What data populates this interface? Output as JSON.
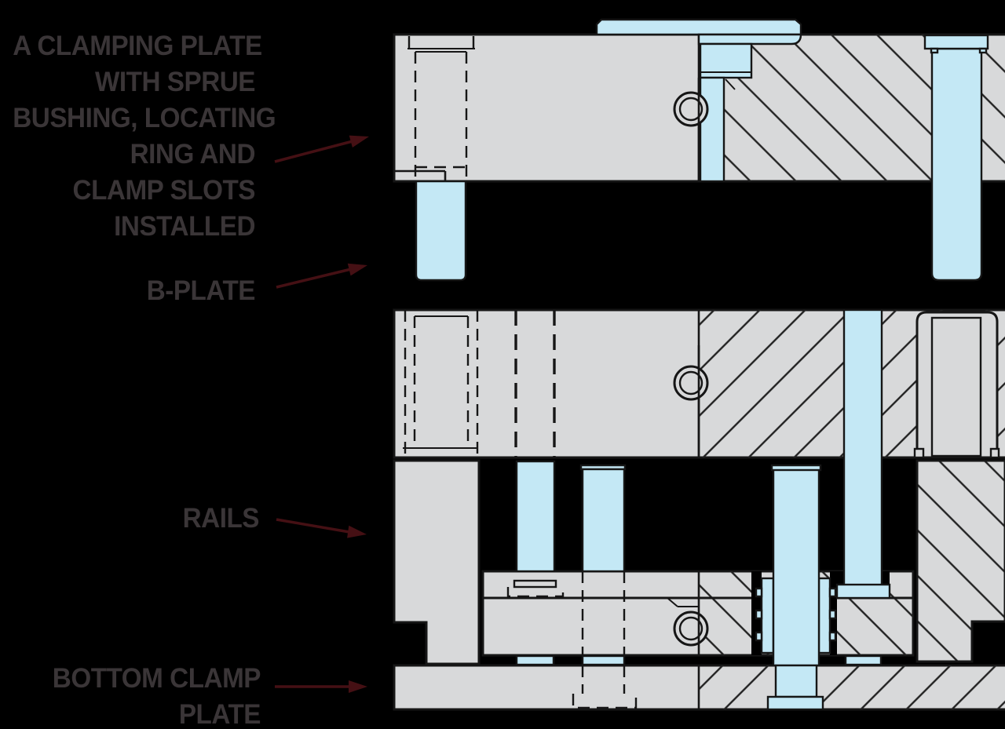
{
  "labels": {
    "a_plate": {
      "lines": [
        "A CLAMPING PLATE",
        "WITH SPRUE",
        "BUSHING, LOCATING",
        "RING AND",
        "CLAMP SLOTS",
        "INSTALLED"
      ]
    },
    "b_plate": {
      "lines": [
        "B-PLATE"
      ]
    },
    "rails": {
      "lines": [
        "RAILS"
      ]
    },
    "bottom_clamp": {
      "lines": [
        "BOTTOM CLAMP",
        "PLATE"
      ]
    }
  },
  "colors": {
    "background": "#000000",
    "plate_gray": "#d8d9da",
    "highlight_blue": "#c4e8f5",
    "outline": "#161616",
    "hatch": "#222222",
    "label_text": "#3a3537",
    "arrow": "#451014"
  }
}
